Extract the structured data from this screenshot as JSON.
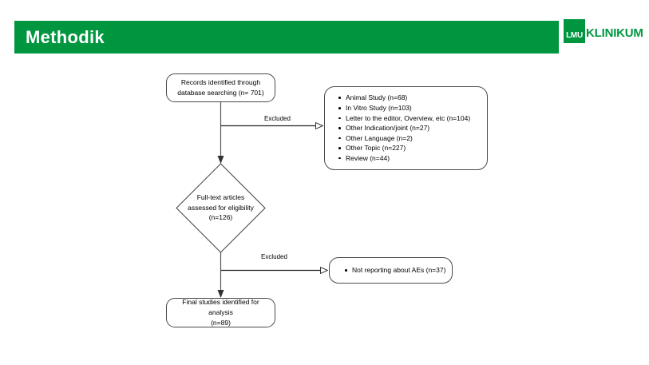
{
  "header": {
    "title": "Methodik",
    "bar_color": "#009640"
  },
  "logo": {
    "mark_text": "LMU",
    "word": "KLINIKUM",
    "color": "#009640",
    "name": "lmu-klinikum-logo"
  },
  "flowchart": {
    "type": "prisma-flow-diagram",
    "nodes": {
      "records_identified": {
        "line1": "Records identified through",
        "line2": "database searching (n= 701)",
        "count": 701,
        "shape": "rounded-rect"
      },
      "eligibility": {
        "line1": "Full-text articles",
        "line2": "assessed for eligibility",
        "line3": "(n=126)",
        "count": 126,
        "shape": "diamond"
      },
      "final_studies": {
        "line1": "Final studies identified for analysis",
        "line2": "(n=89)",
        "count": 89,
        "shape": "rounded-rect"
      },
      "not_reporting": {
        "text": "Not reporting about AEs (n=37)",
        "count": 37,
        "shape": "rounded-rect"
      }
    },
    "edge_labels": {
      "excluded_1": "Excluded",
      "excluded_2": "Excluded"
    },
    "excluded_reasons": [
      {
        "label": "Animal Study (n=68)",
        "count": 68
      },
      {
        "label": "In Vitro Study (n=103)",
        "count": 103
      },
      {
        "label": "Letter to the editor, Overview, etc (n=104)",
        "count": 104
      },
      {
        "label": "Other Indication/joint (n=27)",
        "count": 27
      },
      {
        "label": "Other Language (n=2)",
        "count": 2
      },
      {
        "label": "Other Topic (n=227)",
        "count": 227
      },
      {
        "label": "Review (n=44)",
        "count": 44
      }
    ]
  }
}
